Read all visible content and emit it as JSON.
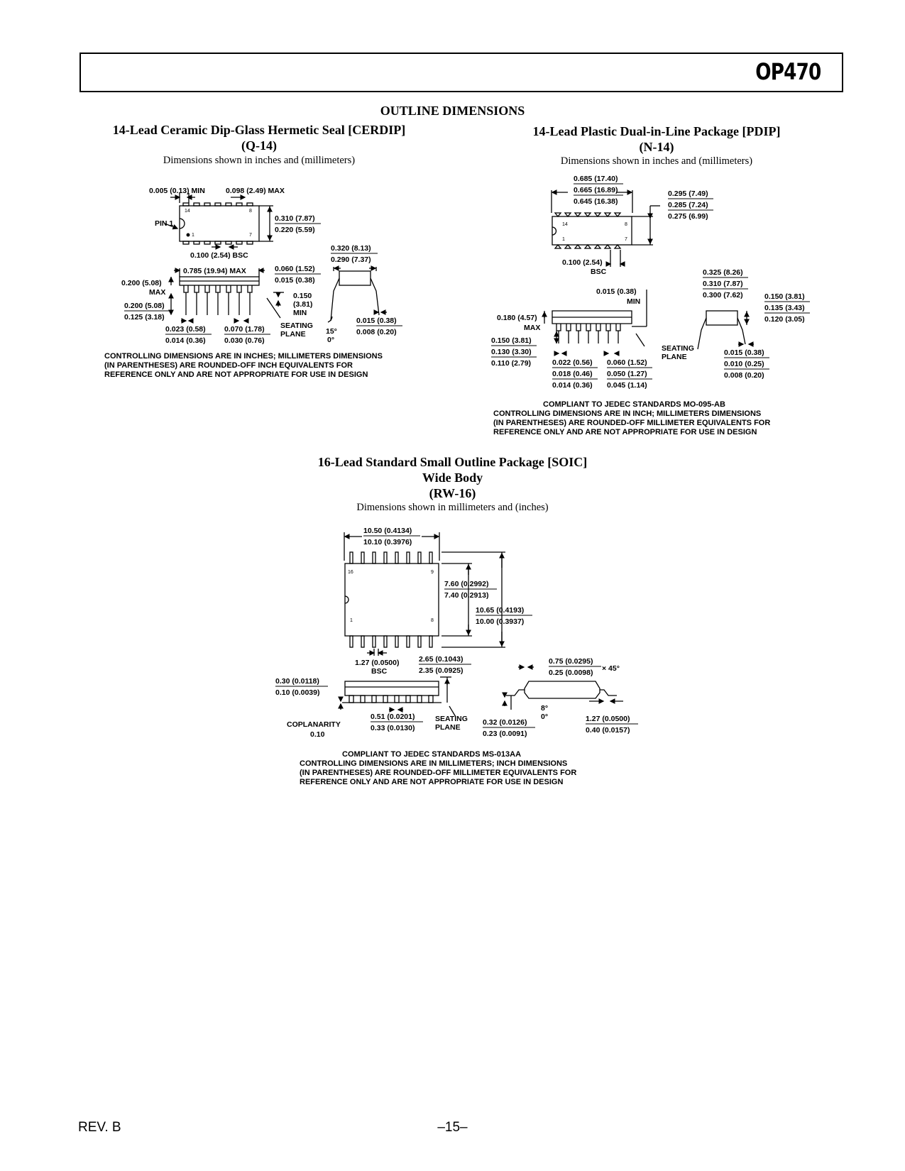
{
  "header": {
    "part_number": "OP470"
  },
  "section_title": "OUTLINE DIMENSIONS",
  "cerdip": {
    "title_line1": "14-Lead Ceramic Dip-Glass Hermetic Seal [CERDIP]",
    "title_line2": "(Q-14)",
    "subtitle": "Dimensions shown in inches and (millimeters)",
    "dims": {
      "d1": "0.005 (0.13) MIN",
      "d2": "0.098 (2.49) MAX",
      "d3a": "0.310 (7.87)",
      "d3b": "0.220 (5.59)",
      "pin1": "PIN 1",
      "pin14": "14",
      "pin8": "8",
      "pin1n": "1",
      "pin7": "7",
      "d4": "0.100 (2.54) BSC",
      "d5a": "0.320 (8.13)",
      "d5b": "0.290 (7.37)",
      "d6": "0.785 (19.94) MAX",
      "d7a": "0.060 (1.52)",
      "d7b": "0.015 (0.38)",
      "d8a": "0.200 (5.08)",
      "d8b": "MAX",
      "d9a": "0.150",
      "d9b": "(3.81)",
      "d9c": "MIN",
      "d10a": "0.200 (5.08)",
      "d10b": "0.125 (3.18)",
      "d11a": "0.023 (0.58)",
      "d11b": "0.014 (0.36)",
      "d12a": "0.070 (1.78)",
      "d12b": "0.030 (0.76)",
      "seat1": "SEATING",
      "seat2": "PLANE",
      "ang1": "15°",
      "ang2": "0°",
      "d13a": "0.015 (0.38)",
      "d13b": "0.008 (0.20)"
    },
    "notes": [
      "CONTROLLING DIMENSIONS ARE IN INCHES; MILLIMETERS DIMENSIONS",
      "(IN PARENTHESES) ARE ROUNDED-OFF INCH EQUIVALENTS FOR",
      "REFERENCE ONLY AND ARE NOT APPROPRIATE FOR USE IN DESIGN"
    ]
  },
  "pdip": {
    "title_line1": "14-Lead Plastic Dual-in-Line Package [PDIP]",
    "title_line2": "(N-14)",
    "subtitle": "Dimensions shown in inches and (millimeters)",
    "dims": {
      "d1a": "0.685 (17.40)",
      "d1b": "0.665 (16.89)",
      "d1c": "0.645 (16.38)",
      "d2a": "0.295 (7.49)",
      "d2b": "0.285 (7.24)",
      "d2c": "0.275 (6.99)",
      "pin14": "14",
      "pin8": "8",
      "pin1": "1",
      "pin7": "7",
      "d3a": "0.100 (2.54)",
      "d3b": "BSC",
      "d4a": "0.325 (8.26)",
      "d4b": "0.310 (7.87)",
      "d4c": "0.300 (7.62)",
      "d5a": "0.015 (0.38)",
      "d5b": "MIN",
      "d6a": "0.150 (3.81)",
      "d6b": "0.135 (3.43)",
      "d6c": "0.120 (3.05)",
      "d7a": "0.180 (4.57)",
      "d7b": "MAX",
      "d8a": "0.150 (3.81)",
      "d8b": "0.130 (3.30)",
      "d8c": "0.110 (2.79)",
      "d9a": "0.022 (0.56)",
      "d9b": "0.018 (0.46)",
      "d9c": "0.014 (0.36)",
      "d10a": "0.060 (1.52)",
      "d10b": "0.050 (1.27)",
      "d10c": "0.045 (1.14)",
      "seat1": "SEATING",
      "seat2": "PLANE",
      "d11a": "0.015 (0.38)",
      "d11b": "0.010 (0.25)",
      "d11c": "0.008 (0.20)"
    },
    "notes": [
      "COMPLIANT TO JEDEC STANDARDS MO-095-AB",
      "CONTROLLING DIMENSIONS ARE IN INCH; MILLIMETERS DIMENSIONS",
      "(IN PARENTHESES) ARE ROUNDED-OFF MILLIMETER EQUIVALENTS FOR",
      "REFERENCE ONLY AND ARE NOT APPROPRIATE FOR USE IN DESIGN"
    ]
  },
  "soic": {
    "title_line1": "16-Lead Standard Small Outline Package [SOIC]",
    "title_line2": "Wide Body",
    "title_line3": "(RW-16)",
    "subtitle": "Dimensions shown in millimeters and (inches)",
    "dims": {
      "d1a": "10.50 (0.4134)",
      "d1b": "10.10 (0.3976)",
      "pin16": "16",
      "pin9": "9",
      "pin1": "1",
      "pin8": "8",
      "d2a": "7.60 (0.2992)",
      "d2b": "7.40 (0.2913)",
      "d3a": "10.65 (0.4193)",
      "d3b": "10.00 (0.3937)",
      "d4a": "1.27 (0.0500)",
      "d4b": "BSC",
      "d5a": "2.65 (0.1043)",
      "d5b": "2.35 (0.0925)",
      "d6a": "0.75 (0.0295)",
      "d6b": "0.25 (0.0098)",
      "d6c": "× 45°",
      "d7a": "0.30 (0.0118)",
      "d7b": "0.10 (0.0039)",
      "d8a": "0.51 (0.0201)",
      "d8b": "0.33 (0.0130)",
      "seat1": "SEATING",
      "seat2": "PLANE",
      "cop1": "COPLANARITY",
      "cop2": "0.10",
      "ang1": "8°",
      "ang2": "0°",
      "d9a": "0.32 (0.0126)",
      "d9b": "0.23 (0.0091)",
      "d10a": "1.27 (0.0500)",
      "d10b": "0.40 (0.0157)"
    },
    "notes": [
      "COMPLIANT TO JEDEC STANDARDS MS-013AA",
      "CONTROLLING DIMENSIONS ARE IN MILLIMETERS; INCH DIMENSIONS",
      "(IN PARENTHESES) ARE ROUNDED-OFF MILLIMETER EQUIVALENTS FOR",
      "REFERENCE ONLY AND ARE NOT APPROPRIATE FOR USE IN DESIGN"
    ]
  },
  "footer": {
    "revision": "REV. B",
    "page": "–15–"
  }
}
